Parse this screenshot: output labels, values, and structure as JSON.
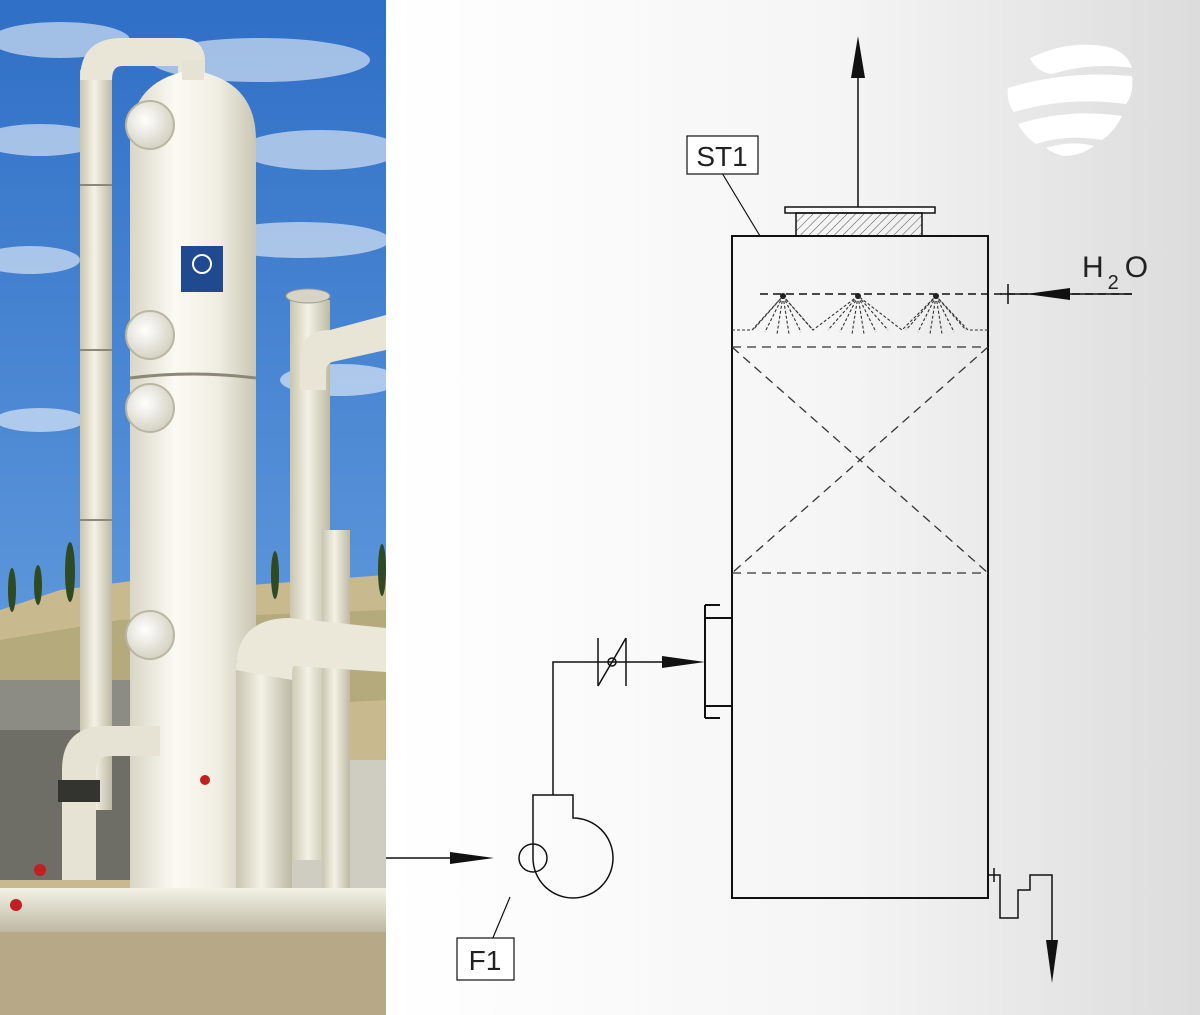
{
  "labels": {
    "scrubber_tag": "ST1",
    "fan_tag": "F1",
    "water_main": "H",
    "water_sub": "2",
    "water_end": "O"
  },
  "colors": {
    "sky": "#3f7fd0",
    "tower": "#f1efe4",
    "line": "#111111",
    "logo": "#ffffff"
  },
  "icons": {
    "logo": "striped-globe-logo",
    "fan": "centrifugal-fan-symbol",
    "valve": "butterfly-valve-symbol",
    "nozzles": "spray-nozzle-symbol"
  }
}
